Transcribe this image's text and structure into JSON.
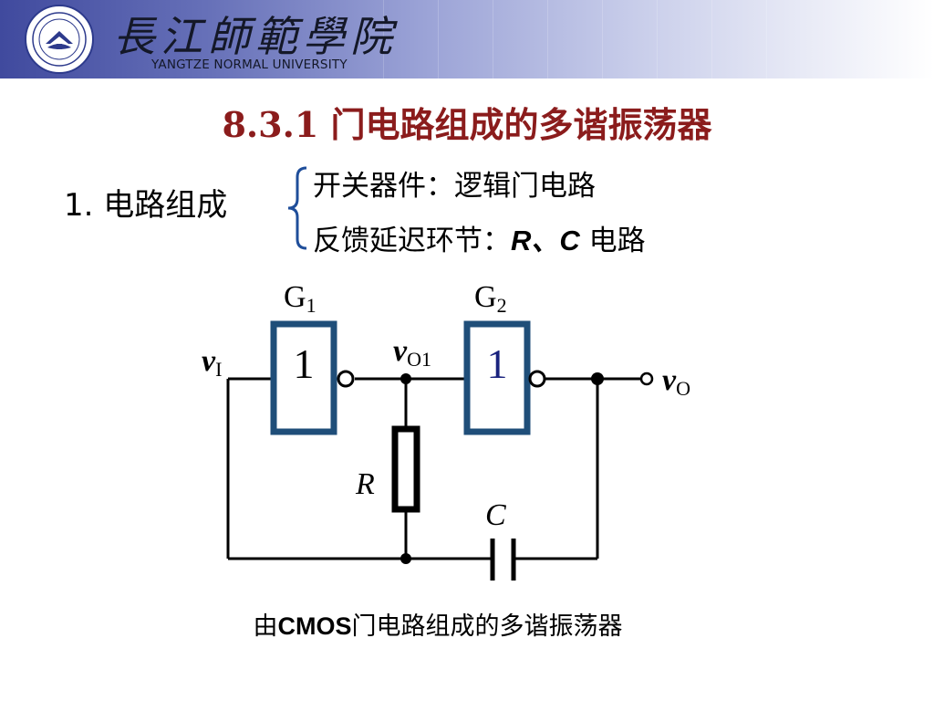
{
  "header": {
    "university_cn": "長江師範學院",
    "university_en": "YANGTZE NORMAL UNIVERSITY"
  },
  "title": "8.3.1  门电路组成的多谐振荡器",
  "section": {
    "label": "1. 电路组成",
    "items": [
      {
        "text": "开关器件：逻辑门电路"
      },
      {
        "text": "反馈延迟环节：",
        "rc": "R、C",
        "suffix": " 电路"
      }
    ]
  },
  "circuit": {
    "gate1": {
      "name": "G",
      "sub": "1",
      "symbol": "1"
    },
    "gate2": {
      "name": "G",
      "sub": "2",
      "symbol": "1"
    },
    "input": {
      "name": "v",
      "sub": "I"
    },
    "mid": {
      "name": "v",
      "sub": "O1"
    },
    "output": {
      "name": "v",
      "sub": "O"
    },
    "resistor": "R",
    "capacitor": "C"
  },
  "caption": {
    "prefix": "由",
    "strong": "CMOS",
    "rest": "门电路组成的多谐振荡器"
  },
  "colors": {
    "title": "#8b1c1c",
    "gate_border": "#1f4e79",
    "gate2_symbol": "#1a237e",
    "header_start": "#404a9e"
  }
}
